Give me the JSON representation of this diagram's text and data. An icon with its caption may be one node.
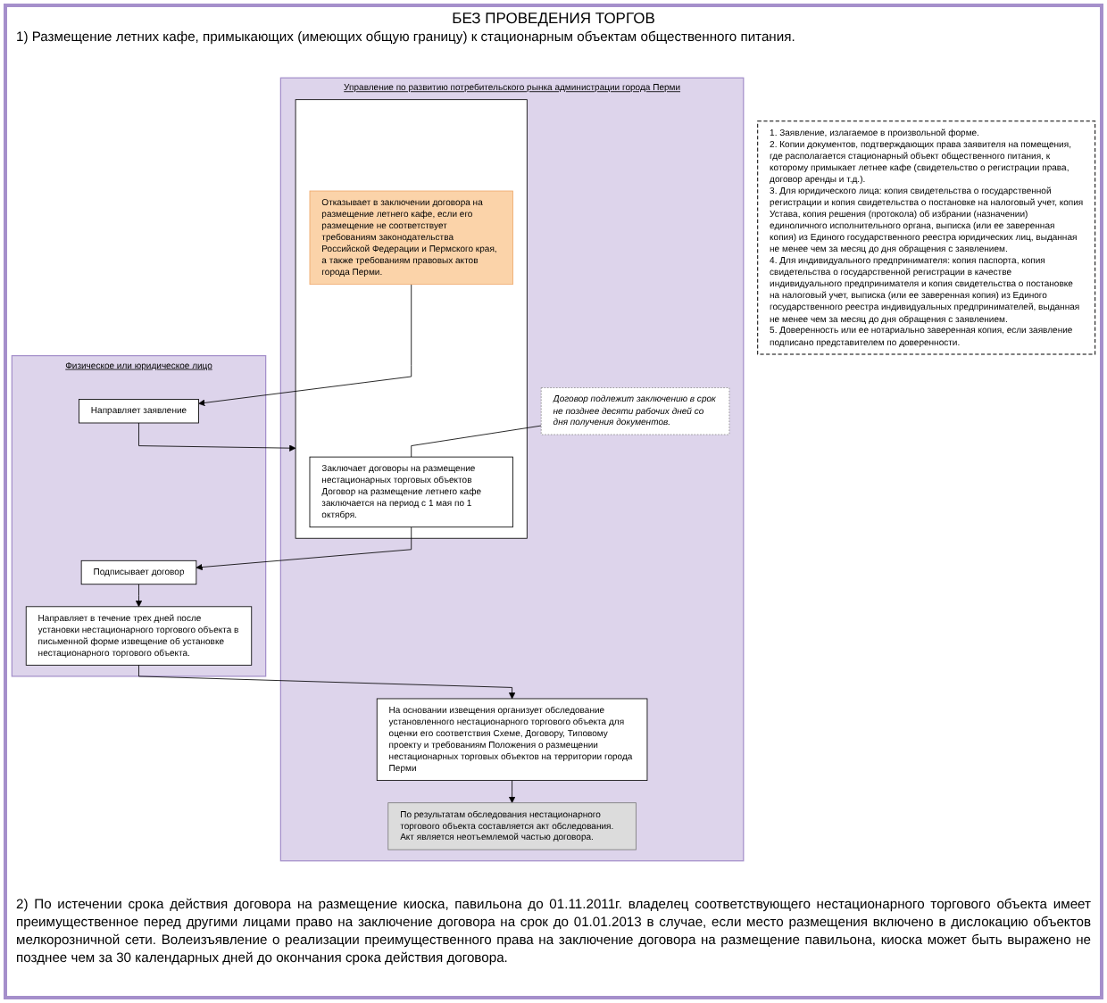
{
  "diagram": {
    "title": "БЕЗ ПРОВЕДЕНИЯ ТОРГОВ",
    "nodes": [
      {
        "text": [
          "Физическое или юридическое лицо"
        ]
      },
      {
        "text": [
          "Управление по развитию потребительского рынка администрации города Перми"
        ]
      },
      {
        "text": [
          "Направляет заявление"
        ],
        "in": 0
      },
      {
        "text": [],
        "shape": "box",
        "in": 1
      },
      {
        "text": [
          "Отказывает в заключении договора на размещение летнего кафе, если его размещение не соответствует требованиям законодательства Российской Федерации и Пермского края, а также требованиям правовых актов города Перми."
        ],
        "in": 3
      },
      {
        "text": [
          "1. Заявление, излагаемое в произвольной форме.",
          "2. Копии документов, подтверждающих права заявителя на помещения, где располагается стационарный объект общественного питания, к которому примыкает летнее кафе (свидетельство о регистрации права, договор аренды и т.д.).",
          "3. Для юридического лица: копия свидетельства о государственной регистрации и копия свидетельства о постановке на налоговый учет, копия Устава, копия решения (протокола) об избрании (назначении) единоличного исполнительного органа, выписка (или ее заверенная копия) из Единого государственного реестра юридических лиц, выданная не менее чем за месяц до дня обращения с заявлением.",
          "4. Для индивидуального предпринимателя: копия паспорта, копия свидетельства о государственной регистрации в качестве индивидуального предпринимателя и копия свидетельства о постановке на налоговый учет, выписка (или ее заверенная копия) из Единого государственного реестра индивидуальных предпринимателей, выданная не менее чем за месяц до дня обращения с заявлением.",
          "5. Доверенность или ее нотариально заверенная копия, если заявление подписано представителем по доверенности."
        ]
      },
      {
        "text": [
          "Заключает договоры на размещение нестационарных торговых объектов",
          "Договор на размещение летнего кафе заключается на период с 1 мая по 1 октября."
        ],
        "in": 3
      },
      {
        "text": [
          "Договор подлежит заключению в срок не позднее десяти рабочих дней со дня получения документов."
        ],
        "in": 1
      },
      {
        "text": [
          "Подписывает договор"
        ],
        "in": 0
      },
      {
        "text": [
          "Направляет в течение трех дней после установки нестационарного торгового объекта в письменной форме извещение об установке нестационарного торгового объекта."
        ],
        "in": 0
      },
      {
        "text": [
          "На основании извещения организует обследование установленного нестационарного торгового объекта для оценки его соответствия Схеме, Договору, Типовому проекту и требованиям Положения о размещении нестационарных торговых объектов на территории города Перми"
        ],
        "in": 1
      },
      {
        "text": [
          "По результатам обследования нестационарного торгового объекта составляется акт обследования.",
          "Акт является неотъемлемой частью договора."
        ],
        "in": 1
      }
    ],
    "edges": [
      {
        "from": 2,
        "to": 3,
        "arrow": "to"
      },
      {
        "from": 4,
        "to": 2,
        "arrow": "to"
      },
      {
        "from": 6,
        "to": 8,
        "arrow": "to"
      },
      {
        "from": 7,
        "to": 6,
        "arrow": "none"
      },
      {
        "from": 8,
        "to": 9,
        "arrow": "to"
      },
      {
        "from": 9,
        "to": 10,
        "arrow": "to"
      },
      {
        "from": 10,
        "to": 11,
        "arrow": "to"
      }
    ],
    "labels": [
      "1) Размещение летних кафе, примыкающих (имеющих общую границу) к стационарным объектам общественного питания.",
      "2) По истечении срока действия договора на размещение киоска, павильона до 01.11.2011г. владелец соответствующего нестационарного торгового объекта имеет преимущественное перед другими лицами право на заключение договора на срок до 01.01.2013 в случае, если место размещения включено в дислокацию объектов мелкорозничной сети. Волеизъявление о реализации преимущественного права на заключение договора на размещение павильона, киоска может быть выражено не позднее чем за 30 календарных дней до окончания срока действия договора."
    ]
  }
}
